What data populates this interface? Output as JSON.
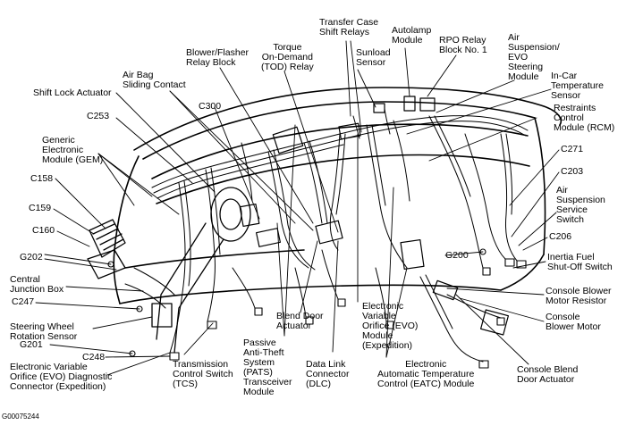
{
  "figure_id": "G00075244",
  "labels": {
    "transfer_case": "Transfer Case\nShift Relays",
    "autolamp": "Autolamp\nModule",
    "rpo_relay": "RPO Relay\nBlock No. 1",
    "air_susp_evo": "Air\nSuspension/\nEVO\nSteering\nModule",
    "blower_flasher": "Blower/Flasher\nRelay Block",
    "torque_on_demand": "Torque\nOn-Demand\n(TOD) Relay",
    "sunload": "Sunload\nSensor",
    "in_car_temp": "In-Car\nTemperature\nSensor",
    "air_bag": "Air Bag\nSliding Contact",
    "restraints": "Restraints\nControl\nModule (RCM)",
    "shift_lock": "Shift Lock Actuator",
    "c300": "C300",
    "c253": "C253",
    "c271": "C271",
    "gem": "Generic\nElectronic\nModule (GEM)",
    "c203": "C203",
    "c158": "C158",
    "air_susp_switch": "Air\nSuspension\nService\nSwitch",
    "c159": "C159",
    "c160": "C160",
    "c206": "C206",
    "g202": "G202",
    "g200": "G200",
    "inertia": "Inertia Fuel\nShut-Off Switch",
    "central_junction": "Central\nJunction Box",
    "console_blower_resistor": "Console Blower\nMotor Resistor",
    "c247": "C247",
    "evo_module": "Electronic\nVariable\nOrifice (EVO)\nModule\n(Expedition)",
    "blend_door": "Blend Door\nActuator",
    "steering_wheel": "Steering Wheel\nRotation Sensor",
    "console_blower_motor": "Console\nBlower Motor",
    "g201": "G201",
    "passive_anti_theft": "Passive\nAnti-Theft\nSystem\n(PATS)\nTransceiver\nModule",
    "c248": "C248",
    "data_link": "Data Link\nConnector\n(DLC)",
    "console_blend": "Console Blend\nDoor Actuator",
    "evo_diag": "Electronic Variable\nOrifice (EVO) Diagnostic\nConnector (Expedition)",
    "tcs": "Transmission\nControl Switch\n(TCS)",
    "eatc": "Electronic\nAutomatic Temperature\nControl (EATC) Module"
  }
}
